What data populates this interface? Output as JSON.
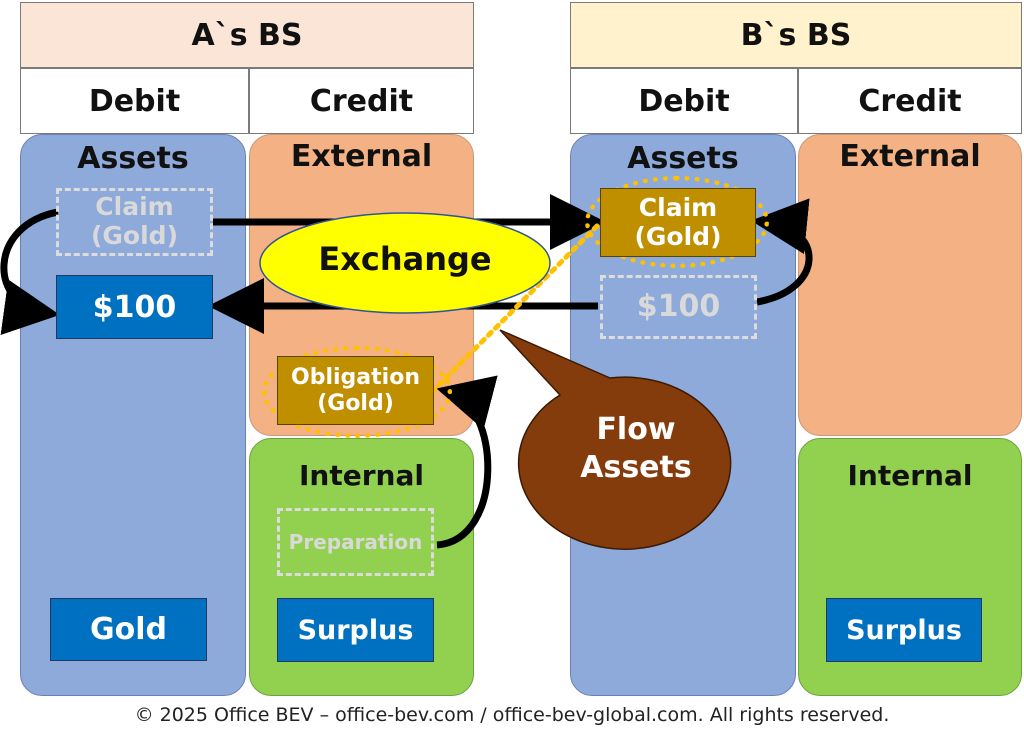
{
  "a_bs": {
    "title": "A`s BS",
    "debit": "Debit",
    "credit": "Credit",
    "assets": "Assets",
    "external": "External",
    "internal": "Internal",
    "claim": "Claim\n(Gold)",
    "cash": "$100",
    "gold": "Gold",
    "obligation": "Obligation\n(Gold)",
    "preparation": "Preparation",
    "surplus": "Surplus"
  },
  "b_bs": {
    "title": "B`s BS",
    "debit": "Debit",
    "credit": "Credit",
    "assets": "Assets",
    "external": "External",
    "internal": "Internal",
    "claim": "Claim\n(Gold)",
    "cash": "$100",
    "surplus": "Surplus"
  },
  "callouts": {
    "exchange": "Exchange",
    "flow_assets": "Flow\nAssets"
  },
  "footer": "© 2025 Office BEV – office-bev.com / office-bev-global.com. All rights reserved.",
  "colors": {
    "a_header": "#fbe5d6",
    "b_header": "#fff2cc",
    "assets": "#8eaadb",
    "external": "#f4b183",
    "internal": "#92d050",
    "blue_box": "#0070c0",
    "gold_box": "#bf8f00",
    "exchange_ellipse": "#ffff00",
    "flow_bubble": "#843c0c",
    "dotted_highlight": "#ffc000"
  }
}
